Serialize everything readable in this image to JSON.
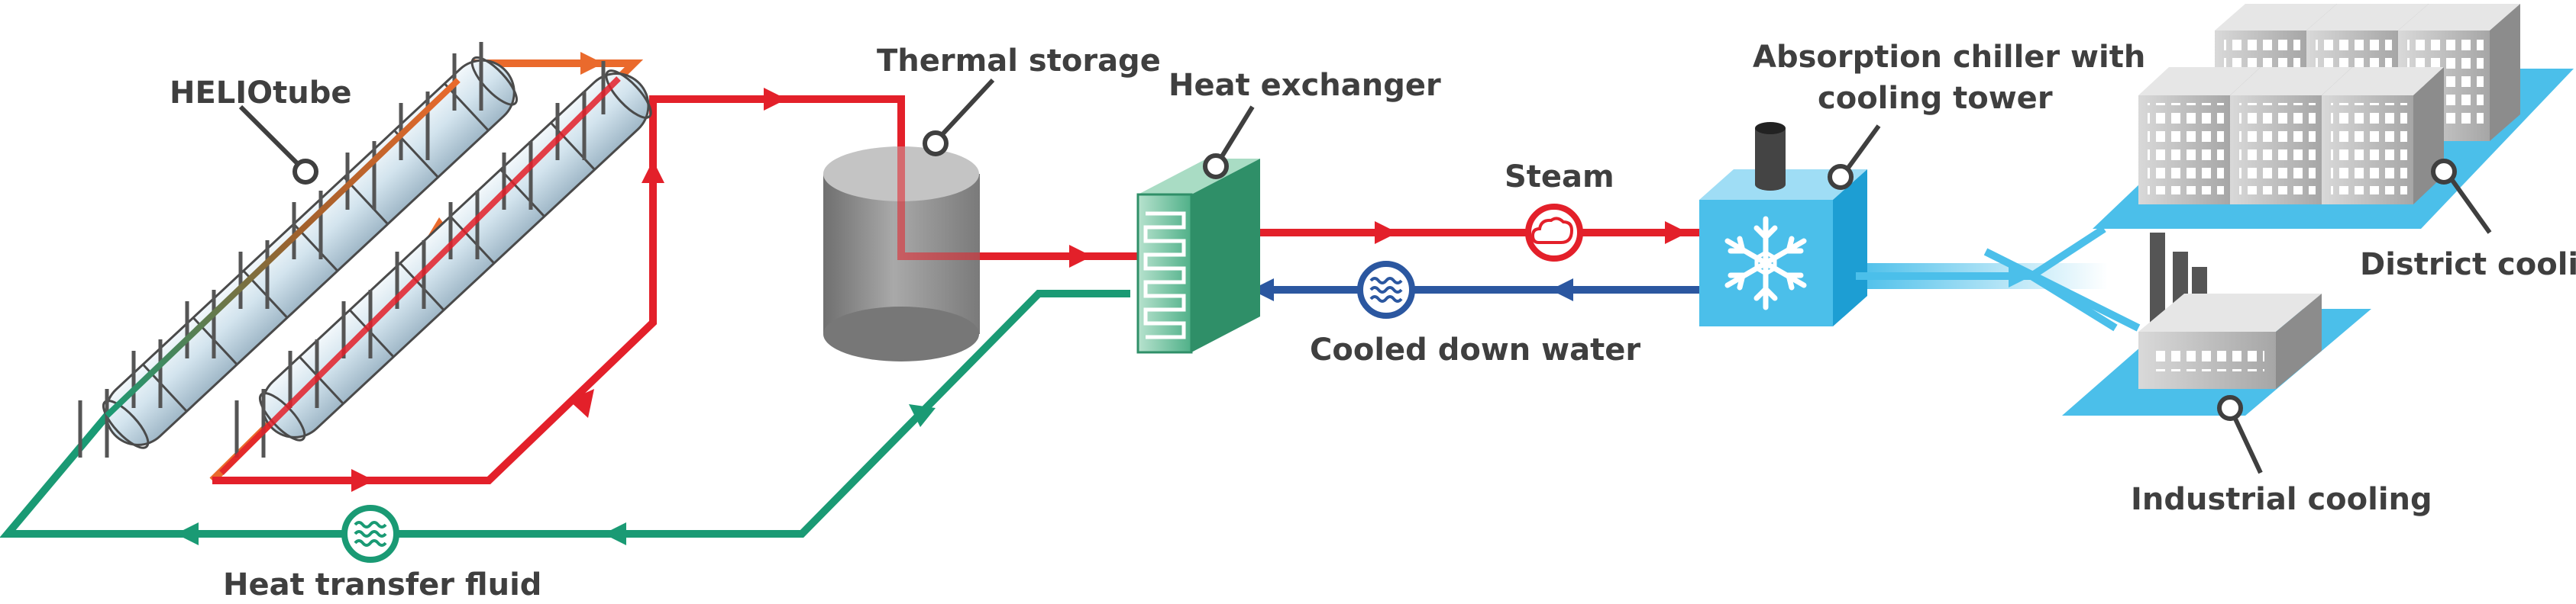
{
  "labels": {
    "heliotube": "HELIOtube",
    "thermal_storage": "Thermal storage",
    "heat_exchanger": "Heat exchanger",
    "chiller_line1": "Absorption chiller with",
    "chiller_line2": "cooling tower",
    "steam": "Steam",
    "cooled_down_water": "Cooled down water",
    "heat_transfer_fluid": "Heat transfer fluid",
    "district_cooling": "District cooling",
    "industrial_cooling": "Industrial cooling"
  },
  "colors": {
    "hot_line": "#e3202a",
    "hot_gradient": "#ea6a2c",
    "fluid_line": "#1a9a74",
    "cooled_water_line": "#2b57a0",
    "cooling_line": "#4bbfea",
    "cooling_pad": "#4bbfea",
    "label_text": "#3f3f3f"
  },
  "icons": {
    "steam_badge": "cloud-icon",
    "cooled_water_badge": "water-waves-icon",
    "fluid_badge": "water-waves-icon",
    "chiller_symbol": "snowflake-icon"
  }
}
